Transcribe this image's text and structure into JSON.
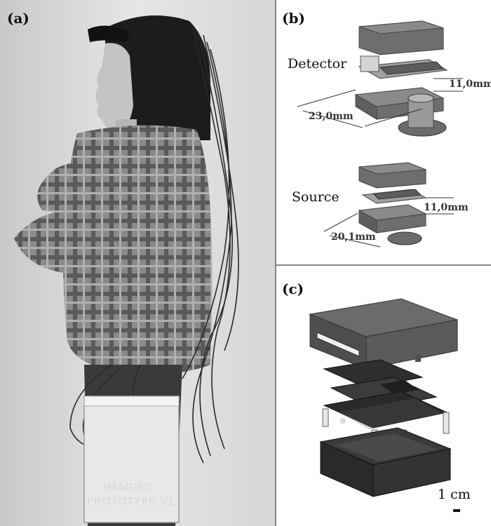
{
  "panels": {
    "a": {
      "label": "(a)",
      "box_text_1": "IMAGINC",
      "box_text_2": "PROTOTYPE V1"
    },
    "b": {
      "label": "(b)",
      "detector_label": "Detector",
      "detector_height": "11,0mm",
      "detector_width": "23,0mm",
      "source_label": "Source",
      "source_height": "11,0mm",
      "source_width": "20,1mm"
    },
    "c": {
      "label": "(c)",
      "scale_label": "1 cm"
    }
  }
}
